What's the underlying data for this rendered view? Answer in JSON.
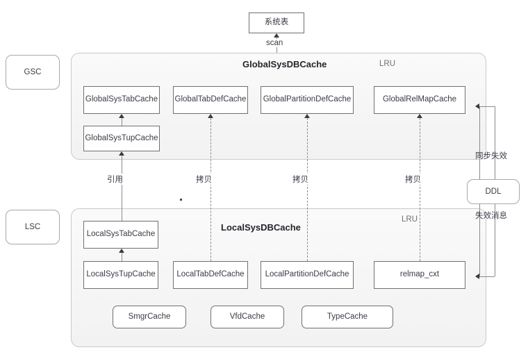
{
  "diagram": {
    "title_node": {
      "label": "系统表"
    },
    "scan_edge": {
      "label": "scan"
    },
    "side_labels": {
      "gsc": "GSC",
      "lsc": "LSC"
    },
    "gsc_panel": {
      "title": "GlobalSysDBCache",
      "lru": "LRU",
      "row1": [
        {
          "label": "GlobalSysTabCache"
        },
        {
          "label": "GlobalTabDefCache"
        },
        {
          "label": "GlobalPartitionDefCache"
        },
        {
          "label": "GlobalRelMapCache"
        }
      ],
      "row2": [
        {
          "label": "GlobalSysTupCache"
        }
      ]
    },
    "lsc_panel": {
      "title": "LocalSysDBCache",
      "lru": "LRU",
      "row1": [
        {
          "label": "LocalSysTabCache"
        }
      ],
      "row2": [
        {
          "label": "LocalSysTupCache"
        },
        {
          "label": "LocalTabDefCache"
        },
        {
          "label": "LocalPartitionDefCache"
        },
        {
          "label": "relmap_cxt"
        }
      ],
      "row3": [
        {
          "label": "SmgrCache"
        },
        {
          "label": "VfdCache"
        },
        {
          "label": "TypeCache"
        }
      ]
    },
    "cross_edges": [
      {
        "label": "引用"
      },
      {
        "label": "拷贝"
      },
      {
        "label": "拷贝"
      },
      {
        "label": "拷贝"
      }
    ],
    "ddl": {
      "label": "DDL",
      "upper_label": "同步失效",
      "lower_label": "失效消息"
    },
    "colors": {
      "panel_border": "#c9c9c9",
      "panel_fill": "#f5f5f5",
      "box_border": "#6f6f6f",
      "line": "#8a8a8a",
      "text": "#3a3a46"
    }
  }
}
